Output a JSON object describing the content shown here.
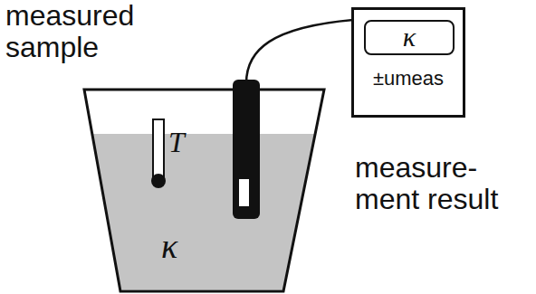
{
  "diagram": {
    "nodes": [
      {
        "text": [
          "±umeas"
        ]
      },
      {
        "text": [
          "κ"
        ],
        "in": 0
      }
    ],
    "labels": [
      "measured sample",
      "measure- ment result",
      "T",
      "κ"
    ]
  }
}
